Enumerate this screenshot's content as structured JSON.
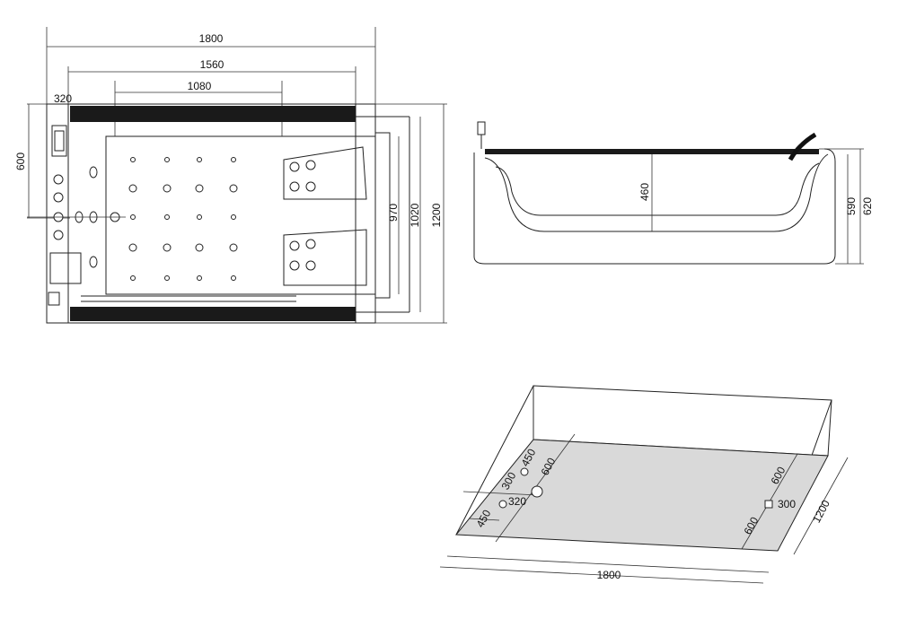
{
  "top_view": {
    "width_total": "1800",
    "width_inner": "1560",
    "width_seat": "1080",
    "panel_width": "320",
    "panel_height": "600",
    "depth_a": "970",
    "depth_b": "1020",
    "depth_c": "1200"
  },
  "side_view": {
    "inner_depth": "460",
    "height_a": "590",
    "height_b": "620"
  },
  "floor_view": {
    "length": "1800",
    "width": "1200",
    "left_top_450": "450",
    "left_top_600": "600",
    "left_300": "300",
    "left_320": "320",
    "left_bottom_450": "450",
    "right_top_600": "600",
    "right_300": "300",
    "right_bottom_600": "600"
  }
}
